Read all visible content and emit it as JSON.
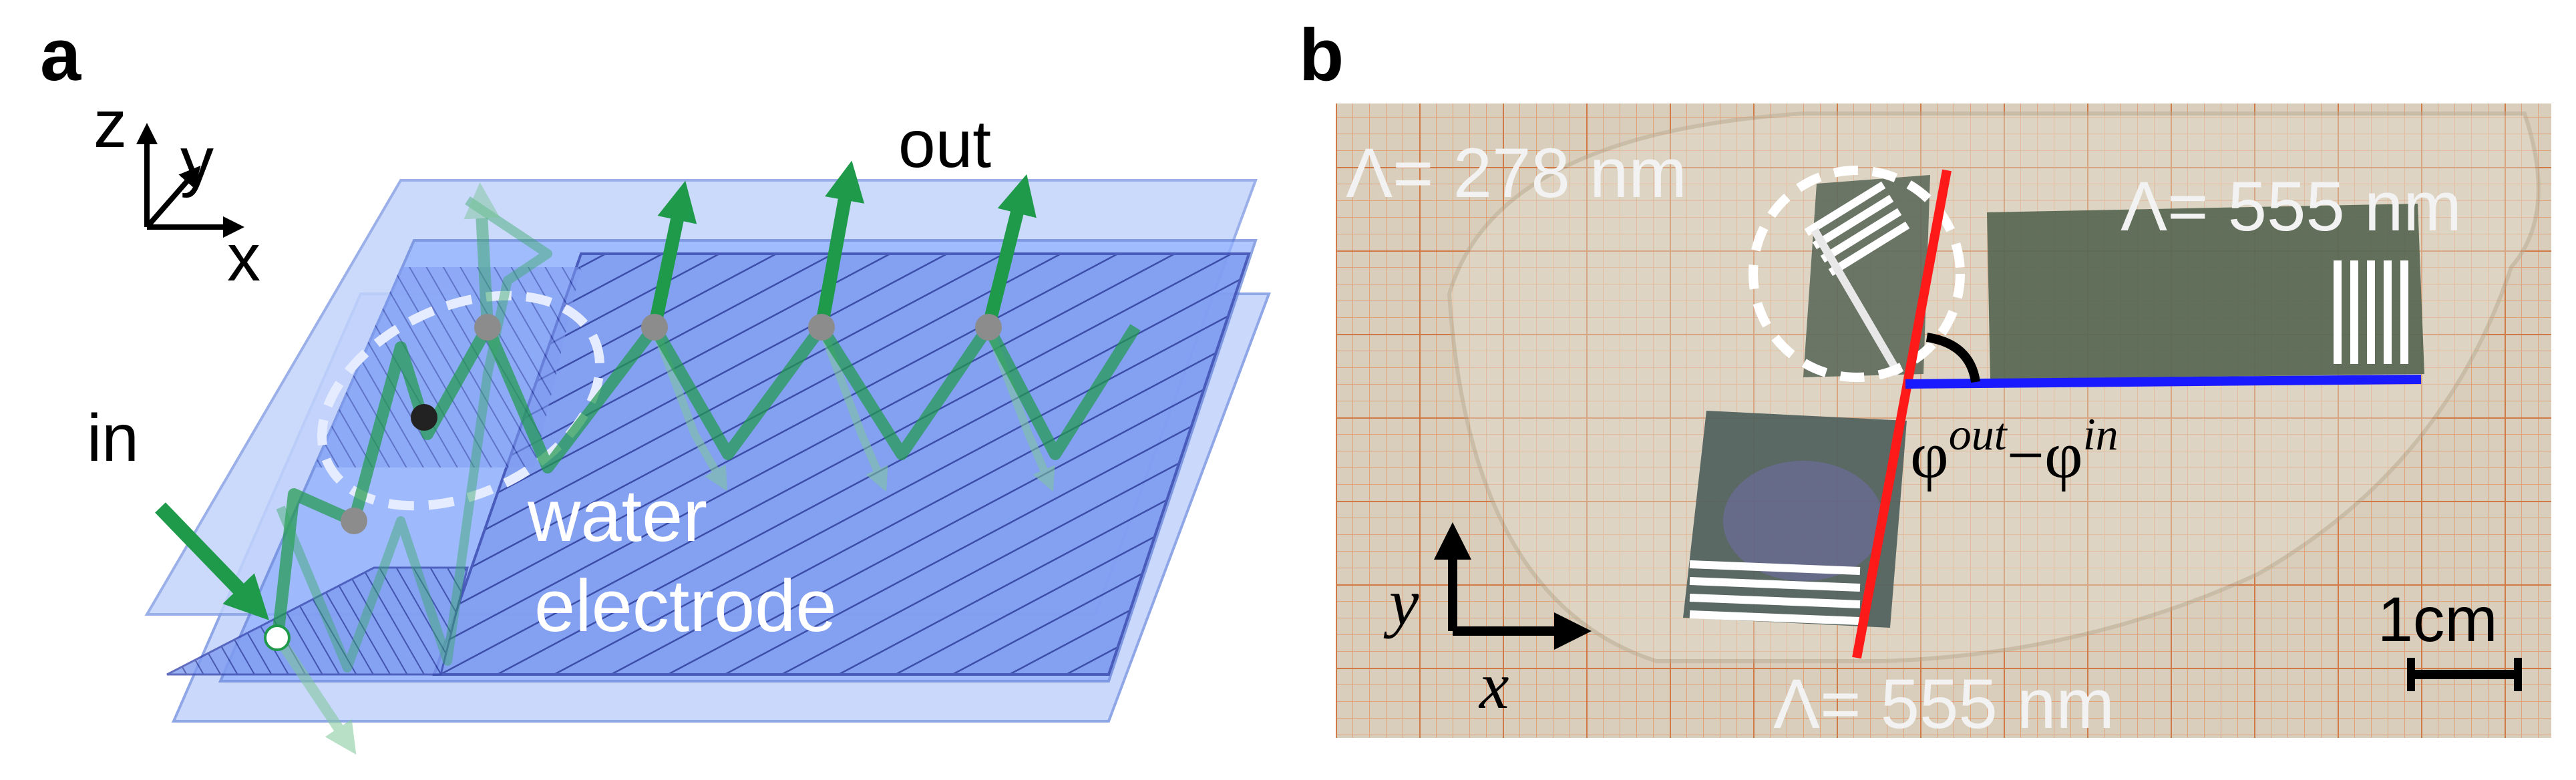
{
  "panel_a": {
    "letter": "a",
    "axis_z": "z",
    "axis_y": "y",
    "axis_x": "x",
    "in_label": "in",
    "out_label": "out",
    "water_label": "water",
    "electrode_label": "electrode"
  },
  "panel_b": {
    "letter": "b",
    "period_top_left": "Λ= 278 nm",
    "period_top_right": "Λ= 555 nm",
    "period_bottom": "Λ= 555 nm",
    "phi": "φ",
    "out_sup": "out",
    "minus": "−",
    "in_sup": "in",
    "axis_y": "y",
    "axis_x": "x",
    "scale_label": "1cm"
  },
  "colors": {
    "beam_green": "#1f9a4a",
    "layer_blue": "#8fb0ff",
    "grid_orange": "#e39a6a",
    "paper": "#d8cdb8",
    "line_red": "#ff1a1a",
    "line_blue": "#1a1aff"
  }
}
